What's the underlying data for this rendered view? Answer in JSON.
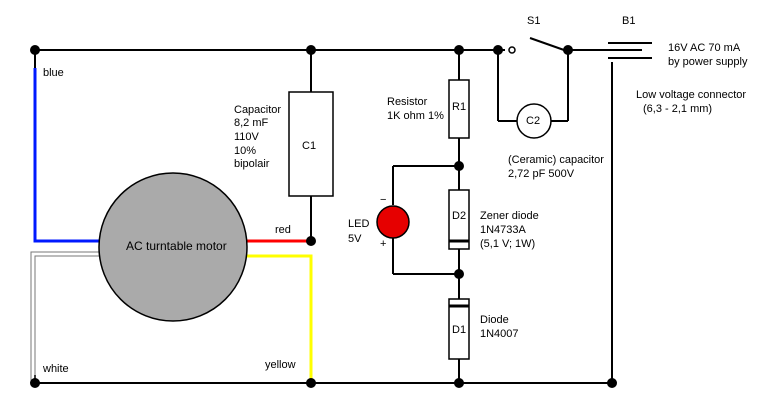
{
  "wires": {
    "blue": "blue",
    "red": "red",
    "white": "white",
    "yellow": "yellow"
  },
  "motor": {
    "label": "AC turntable motor",
    "color": "#aaaaaa"
  },
  "c1": {
    "id": "C1",
    "title": "Capacitor",
    "specs": [
      "8,2 mF",
      "110V",
      "10%",
      "bipolair"
    ]
  },
  "r1": {
    "id": "R1",
    "title": "Resistor",
    "value": "1K ohm 1%"
  },
  "c2": {
    "id": "C2",
    "title": "(Ceramic) capacitor",
    "value": "2,72 pF 500V"
  },
  "s1": {
    "id": "S1"
  },
  "b1": {
    "id": "B1",
    "line1": "16V AC 70 mA",
    "line2": "by power supply",
    "connector_title": "Low voltage connector",
    "connector_size": "(6,3 - 2,1 mm)"
  },
  "led": {
    "title": "LED",
    "voltage": "5V",
    "minus": "−",
    "plus": "+",
    "color": "#e60000"
  },
  "d2": {
    "id": "D2",
    "title": "Zener diode",
    "part": "1N4733A",
    "spec": "(5,1 V; 1W)"
  },
  "d1": {
    "id": "D1",
    "title": "Diode",
    "part": "1N4007"
  }
}
